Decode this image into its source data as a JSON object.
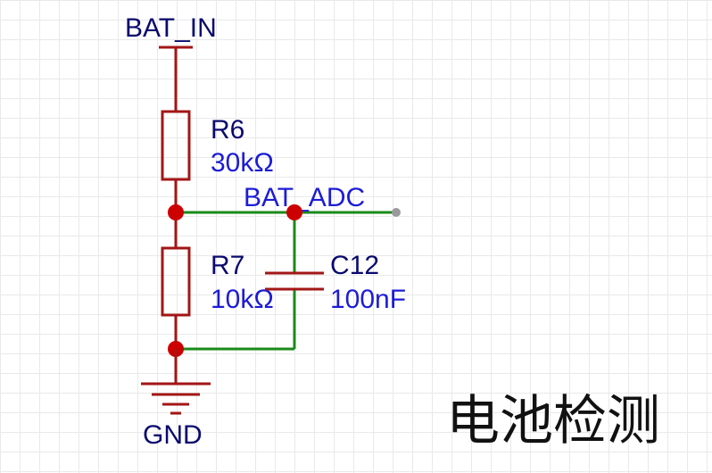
{
  "ports": {
    "top": "BAT_IN",
    "ground": "GND"
  },
  "components": {
    "r6": {
      "ref": "R6",
      "value": "30kΩ"
    },
    "r7": {
      "ref": "R7",
      "value": "10kΩ"
    },
    "c12": {
      "ref": "C12",
      "value": "100nF"
    }
  },
  "net_label": "BAT_ADC",
  "title": "电池检测",
  "colors": {
    "wire": "#1a8a1a",
    "component": "#a31616",
    "junction": "#cc0000",
    "label": "#1c1cd6",
    "port_text": "#0a0a6e"
  }
}
